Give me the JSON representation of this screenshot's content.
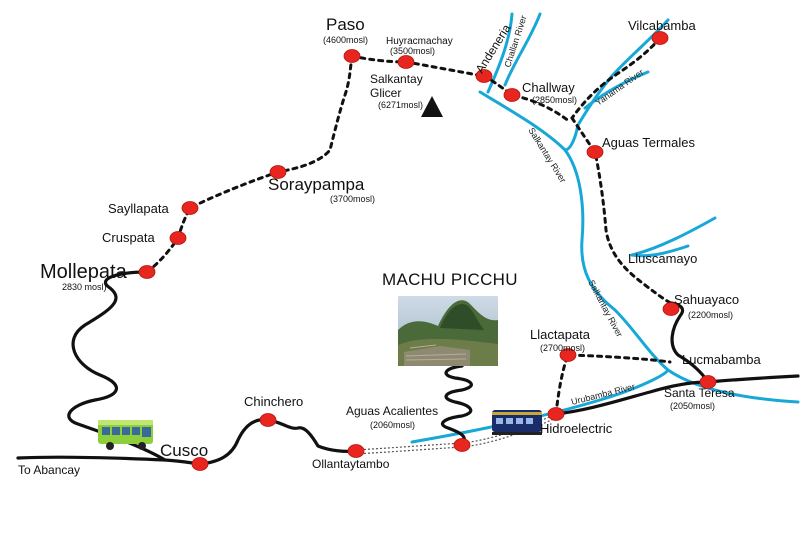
{
  "map": {
    "title": "MACHU PICCHU",
    "colors": {
      "road": "#111111",
      "trail": "#111111",
      "river": "#18a8d8",
      "stop": "#e8251f"
    },
    "places": [
      {
        "id": "paso",
        "name": "Paso",
        "detail": "(4600mosl)"
      },
      {
        "id": "huyracmachay",
        "name": "Huyracmachay",
        "detail": "(3500mosl)"
      },
      {
        "id": "salkantay-glicer",
        "name": "Salkantay",
        "name2": "Glicer",
        "detail": "(6271mosl)"
      },
      {
        "id": "andeneria",
        "name": "Andeneria"
      },
      {
        "id": "challway",
        "name": "Challway",
        "detail": "(2850mosl)"
      },
      {
        "id": "vilcabamba",
        "name": "Vilcabamba"
      },
      {
        "id": "aguas-termales",
        "name": "Aguas Termales"
      },
      {
        "id": "soraypampa",
        "name": "Soraypampa",
        "detail": "(3700mosl)"
      },
      {
        "id": "sayllapata",
        "name": "Sayllapata"
      },
      {
        "id": "cruspata",
        "name": "Cruspata"
      },
      {
        "id": "mollepata",
        "name": "Mollepata",
        "detail": "2830 mosl)"
      },
      {
        "id": "lluscamayo",
        "name": "Lluscamayo"
      },
      {
        "id": "sahuayaco",
        "name": "Sahuayaco",
        "detail": "(2200mosl)"
      },
      {
        "id": "llactapata",
        "name": "Llactapata",
        "detail": "(2700mosl)"
      },
      {
        "id": "lucmabamba",
        "name": "Lucmabamba"
      },
      {
        "id": "santa-teresa",
        "name": "Santa Teresa",
        "detail": "(2050mosl)"
      },
      {
        "id": "chinchero",
        "name": "Chinchero"
      },
      {
        "id": "aguas-calientes",
        "name": "Aguas Acalientes",
        "detail": "(2060mosl)"
      },
      {
        "id": "hidroelectric",
        "name": "Hidroelectric"
      },
      {
        "id": "cusco",
        "name": "Cusco"
      },
      {
        "id": "ollantaytambo",
        "name": "Ollantaytambo"
      },
      {
        "id": "to-abancay",
        "name": "To Abancay"
      }
    ],
    "rivers": {
      "challan": "Challan River",
      "yanama": "Yanama River",
      "salkantay": "Salkantay River",
      "salkantay2": "Salkantay River",
      "urubamba": "Urubamba River"
    }
  }
}
